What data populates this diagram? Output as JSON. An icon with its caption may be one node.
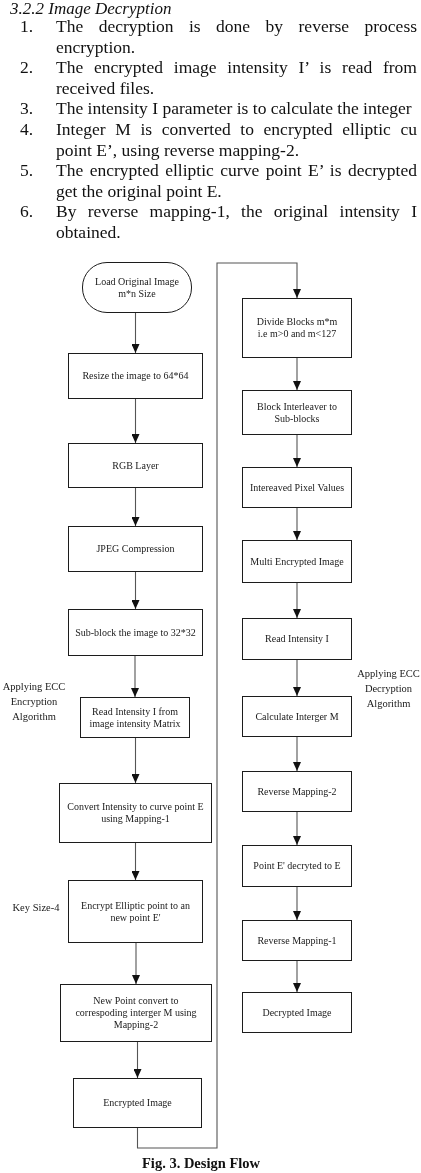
{
  "diagram": {
    "caption": "Fig. 3. Design Flow",
    "nodes": [
      {
        "text": [
          "Load Original Image m*n Size"
        ]
      },
      {
        "text": [
          "Resize the image to 64*64"
        ]
      },
      {
        "text": [
          "RGB Layer"
        ]
      },
      {
        "text": [
          "JPEG Compression"
        ]
      },
      {
        "text": [
          "Sub-block the image to 32*32"
        ]
      },
      {
        "text": [
          "Read Intensity I from image intensity Matrix"
        ],
        "beside": [
          "Applying ECC Encryption Algorithm"
        ]
      },
      {
        "text": [
          "Convert Intensity to curve point E using Mapping-1"
        ]
      },
      {
        "text": [
          "Encrypt Elliptic point to an new point E'"
        ],
        "beside": [
          "Key Size-4"
        ]
      },
      {
        "text": [
          "New Point convert to correspoding interger M using Mapping-2"
        ]
      },
      {
        "text": [
          "Encrypted Image"
        ]
      },
      {
        "text": [
          "Divide Blocks m*m i.e m>0 and m<127"
        ]
      },
      {
        "text": [
          "Block Interleaver to Sub-blocks"
        ]
      },
      {
        "text": [
          "Intereaved Pixel Values"
        ]
      },
      {
        "text": [
          "Multi Encrypted Image"
        ]
      },
      {
        "text": [
          "Read Intensity I"
        ]
      },
      {
        "text": [
          "Calculate Interger M"
        ]
      },
      {
        "text": [
          "Reverse Mapping-2"
        ]
      },
      {
        "text": [
          "Point E' decryted to E"
        ]
      },
      {
        "text": [
          "Reverse Mapping-1"
        ]
      },
      {
        "text": [
          "Decrypted Image"
        ]
      }
    ],
    "edges": [
      {
        "from": 0,
        "to": 1,
        "arrow": "to"
      },
      {
        "from": 1,
        "to": 2,
        "arrow": "to"
      },
      {
        "from": 2,
        "to": 3,
        "arrow": "to"
      },
      {
        "from": 3,
        "to": 4,
        "arrow": "to"
      },
      {
        "from": 4,
        "to": 5,
        "arrow": "to"
      },
      {
        "from": 5,
        "to": 6,
        "arrow": "to"
      },
      {
        "from": 6,
        "to": 7,
        "arrow": "to"
      },
      {
        "from": 7,
        "to": 8,
        "arrow": "to"
      },
      {
        "from": 8,
        "to": 9,
        "arrow": "to"
      },
      {
        "from": 9,
        "to": 10,
        "arrow": "to"
      },
      {
        "from": 10,
        "to": 11,
        "arrow": "to"
      },
      {
        "from": 11,
        "to": 12,
        "arrow": "to"
      },
      {
        "from": 12,
        "to": 13,
        "arrow": "to"
      },
      {
        "from": 13,
        "to": 14,
        "arrow": "to"
      },
      {
        "from": 14,
        "to": 15,
        "arrow": "to"
      },
      {
        "from": 15,
        "to": 16,
        "arrow": "to"
      },
      {
        "from": 16,
        "to": 17,
        "arrow": "to"
      },
      {
        "from": 17,
        "to": 18,
        "arrow": "to"
      },
      {
        "from": 18,
        "to": 19,
        "arrow": "to"
      }
    ],
    "labels": [
      "3.2.2 Image Decryption",
      "1.",
      "The decryption is done by reverse process encryption.",
      "2.",
      "The encrypted image intensity I’ is read from received files.",
      "3.",
      "The intensity I parameter is to calculate the integer",
      "4.",
      "Integer M is converted to encrypted elliptic cu point E’, using reverse mapping-2.",
      "5.",
      "The encrypted elliptic curve point E’ is decrypted get the original point E.",
      "6.",
      "By reverse mapping-1, the original intensity I obtained.",
      "Applying ECC Decryption Algorithm"
    ]
  }
}
